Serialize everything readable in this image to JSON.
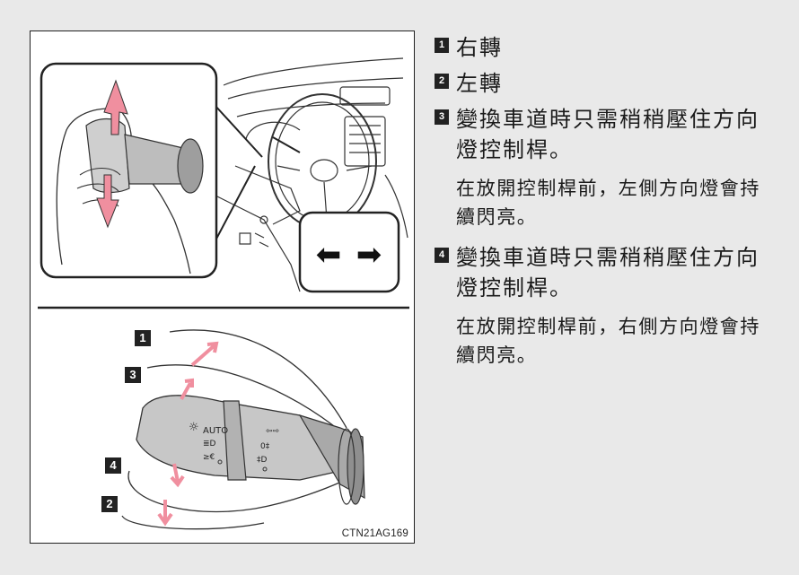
{
  "figure": {
    "code": "CTN21AG169",
    "callouts": [
      "1",
      "3",
      "4",
      "2"
    ],
    "arrow_symbols": [
      "⬅",
      "➡"
    ],
    "lever_labels": [
      "AUTO",
      "☼",
      "≣D",
      "≥€",
      "⇦⇨",
      "0‡",
      "‡D"
    ]
  },
  "items": [
    {
      "num": "1",
      "title": "右轉",
      "note": ""
    },
    {
      "num": "2",
      "title": "左轉",
      "note": ""
    },
    {
      "num": "3",
      "title": "變換車道時只需稍稍壓住方向燈控制桿。",
      "note": "在放開控制桿前，左側方向燈會持續閃亮。"
    },
    {
      "num": "4",
      "title": "變換車道時只需稍稍壓住方向燈控制桿。",
      "note": "在放開控制桿前，右側方向燈會持續閃亮。"
    }
  ]
}
